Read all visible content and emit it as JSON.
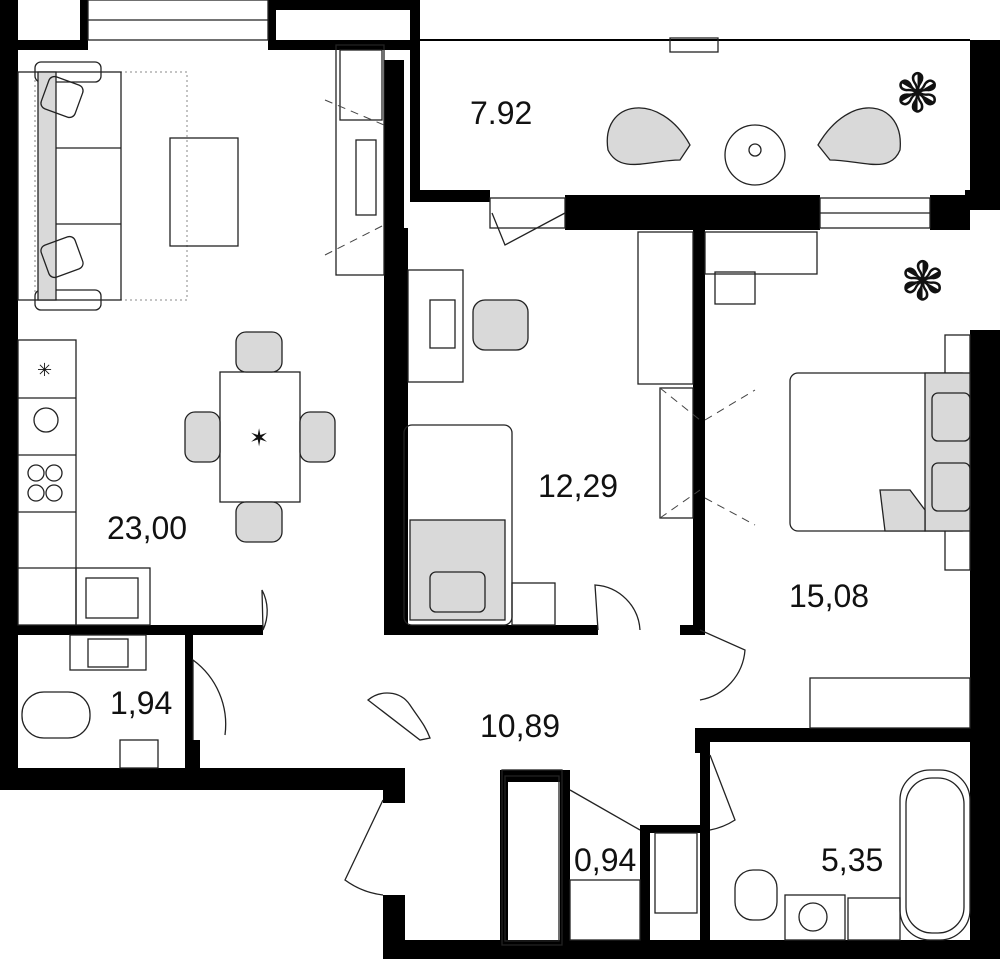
{
  "rooms": {
    "loggia": "7.92",
    "living_kitchen": "23,00",
    "bathroom_small": "1,94",
    "bedroom_study": "12,29",
    "bedroom_main": "15,08",
    "hallway": "10,89",
    "closet": "0,94",
    "bathroom_main": "5,35"
  }
}
